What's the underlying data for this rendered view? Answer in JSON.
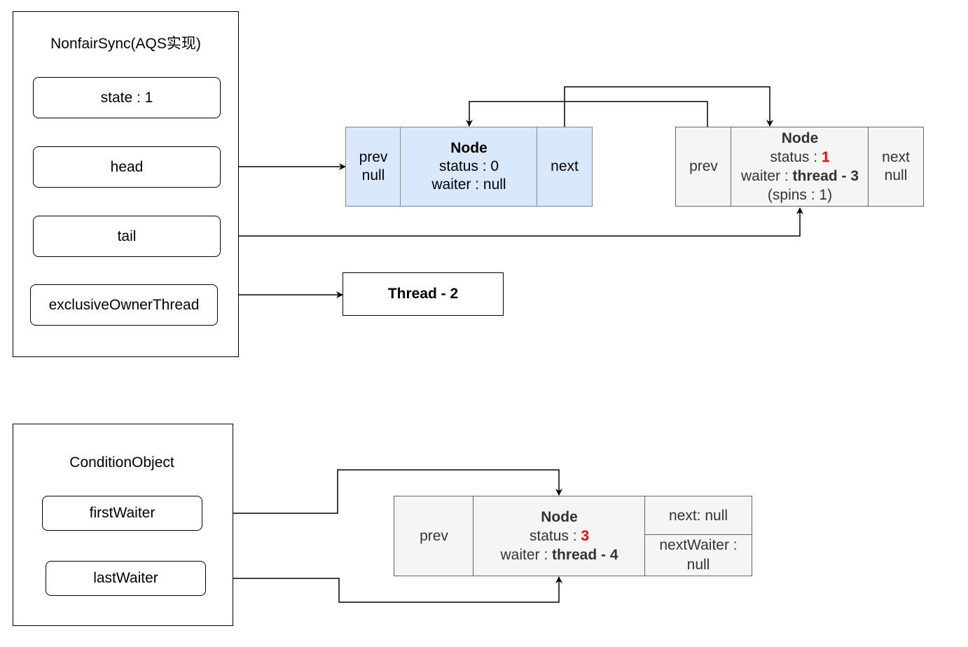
{
  "sync": {
    "title": "NonfairSync(AQS实现)",
    "fields": {
      "state": "state : 1",
      "head": "head",
      "tail": "tail",
      "owner": "exclusiveOwnerThread"
    }
  },
  "head_node": {
    "prev_label": "prev",
    "prev_value": "null",
    "title": "Node",
    "status_label": "status : 0",
    "waiter_label": "waiter : null",
    "next_label": "next"
  },
  "wait_node": {
    "prev_label": "prev",
    "title": "Node",
    "status_prefix": "status : ",
    "status_value": "1",
    "waiter_prefix": "waiter : ",
    "waiter_value": "thread - 3",
    "spins": "(spins : 1)",
    "next_label": "next",
    "next_value": "null"
  },
  "owner_thread": {
    "label": "Thread - 2"
  },
  "condition": {
    "title": "ConditionObject",
    "fields": {
      "first": "firstWaiter",
      "last": "lastWaiter"
    }
  },
  "cond_node": {
    "prev_label": "prev",
    "title": "Node",
    "status_prefix": "status : ",
    "status_value": "3",
    "waiter_prefix": "waiter : ",
    "waiter_value": "thread - 4",
    "next_label": "next: null",
    "next_waiter_label": "nextWaiter :",
    "next_waiter_value": "null"
  },
  "colors": {
    "head_node_fill": "#dae8fc",
    "head_node_stroke": "#6c8ebf",
    "gray_node_fill": "#f5f5f5",
    "gray_node_stroke": "#666666",
    "highlight": "#ff0000"
  }
}
